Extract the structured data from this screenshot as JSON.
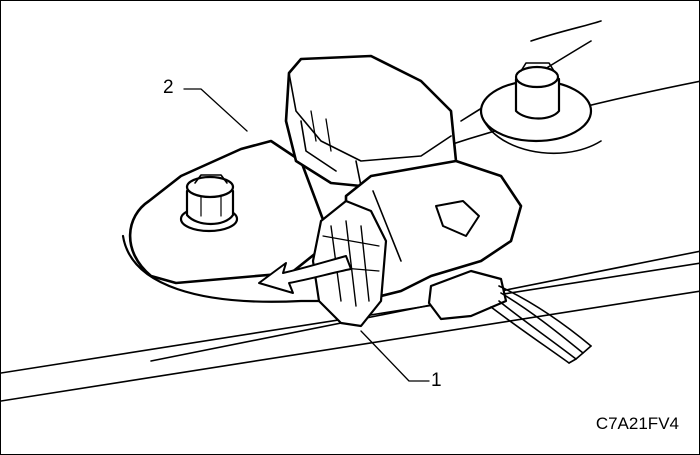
{
  "callouts": [
    {
      "number": "2",
      "target": "sensor-housing"
    },
    {
      "number": "1",
      "target": "electrical-connector"
    }
  ],
  "figure_id": "C7A21FV4",
  "colors": {
    "line": "#000000",
    "fill": "#ffffff",
    "shade": "#cccccc"
  }
}
